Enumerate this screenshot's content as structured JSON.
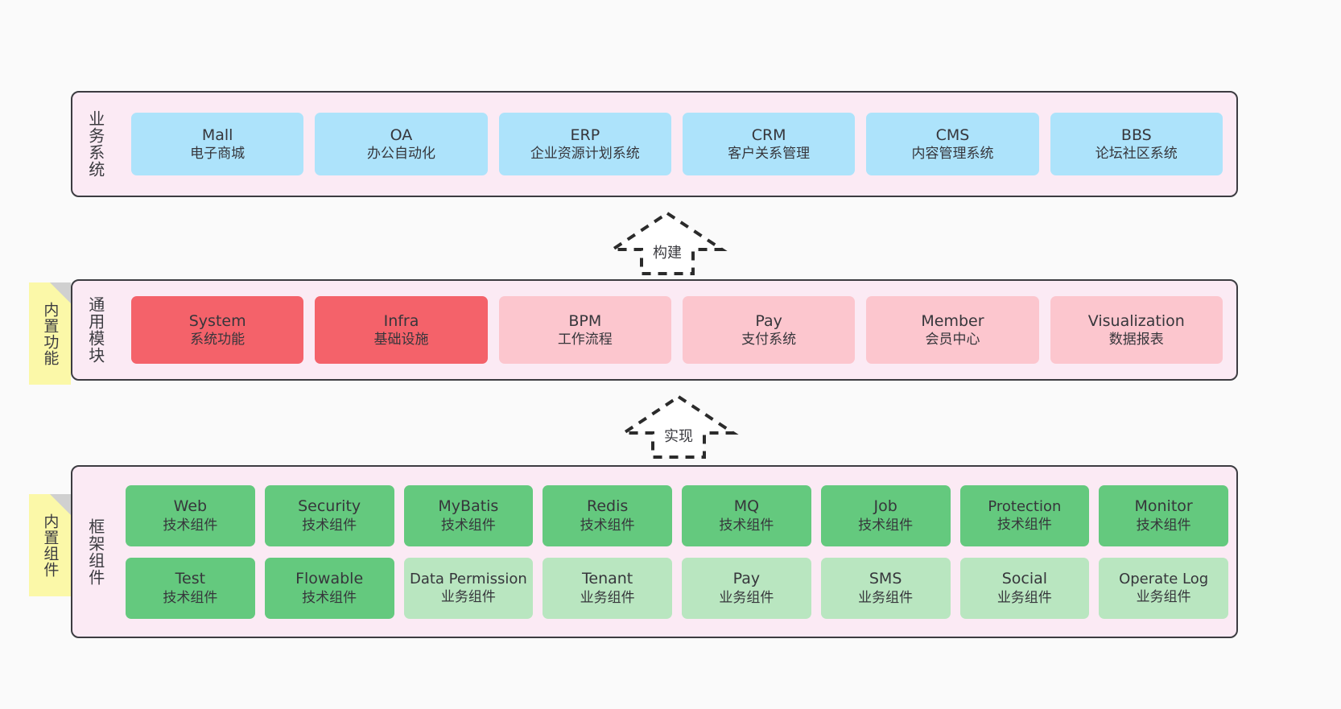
{
  "diagram": {
    "background": "#fafafa",
    "layer_fill": "#fbeaf4",
    "layer_border": "#3c3c41",
    "sticky_fill": "#fbf8a8"
  },
  "business_layer": {
    "title": "业务系统",
    "color": "#ade3fb",
    "items": [
      {
        "name": "Mall",
        "desc": "电子商城"
      },
      {
        "name": "OA",
        "desc": "办公自动化"
      },
      {
        "name": "ERP",
        "desc": "企业资源计划系统"
      },
      {
        "name": "CRM",
        "desc": "客户关系管理"
      },
      {
        "name": "CMS",
        "desc": "内容管理系统"
      },
      {
        "name": "BBS",
        "desc": "论坛社区系统"
      }
    ]
  },
  "arrow_build": {
    "label": "构建"
  },
  "module_layer": {
    "title": "通用模块",
    "sticky": "内置功能",
    "color_strong": "#f4626a",
    "color_light": "#fcc6ce",
    "items": [
      {
        "name": "System",
        "desc": "系统功能",
        "tone": "strong"
      },
      {
        "name": "Infra",
        "desc": "基础设施",
        "tone": "strong"
      },
      {
        "name": "BPM",
        "desc": "工作流程",
        "tone": "light"
      },
      {
        "name": "Pay",
        "desc": "支付系统",
        "tone": "light"
      },
      {
        "name": "Member",
        "desc": "会员中心",
        "tone": "light"
      },
      {
        "name": "Visualization",
        "desc": "数据报表",
        "tone": "light"
      }
    ]
  },
  "arrow_impl": {
    "label": "实现"
  },
  "framework_layer": {
    "title": "框架组件",
    "sticky": "内置组件",
    "color_tech": "#64c97e",
    "color_biz": "#b9e6c0",
    "row1": [
      {
        "name": "Web",
        "desc": "技术组件",
        "tone": "tech"
      },
      {
        "name": "Security",
        "desc": "技术组件",
        "tone": "tech"
      },
      {
        "name": "MyBatis",
        "desc": "技术组件",
        "tone": "tech"
      },
      {
        "name": "Redis",
        "desc": "技术组件",
        "tone": "tech"
      },
      {
        "name": "MQ",
        "desc": "技术组件",
        "tone": "tech"
      },
      {
        "name": "Job",
        "desc": "技术组件",
        "tone": "tech"
      },
      {
        "name": "Protection",
        "desc": "技术组件",
        "tone": "tech"
      },
      {
        "name": "Monitor",
        "desc": "技术组件",
        "tone": "tech"
      }
    ],
    "row2": [
      {
        "name": "Test",
        "desc": "技术组件",
        "tone": "tech"
      },
      {
        "name": "Flowable",
        "desc": "技术组件",
        "tone": "tech"
      },
      {
        "name": "Data Permission",
        "desc": "业务组件",
        "tone": "biz"
      },
      {
        "name": "Tenant",
        "desc": "业务组件",
        "tone": "biz"
      },
      {
        "name": "Pay",
        "desc": "业务组件",
        "tone": "biz"
      },
      {
        "name": "SMS",
        "desc": "业务组件",
        "tone": "biz"
      },
      {
        "name": "Social",
        "desc": "业务组件",
        "tone": "biz"
      },
      {
        "name": "Operate Log",
        "desc": "业务组件",
        "tone": "biz"
      }
    ]
  }
}
